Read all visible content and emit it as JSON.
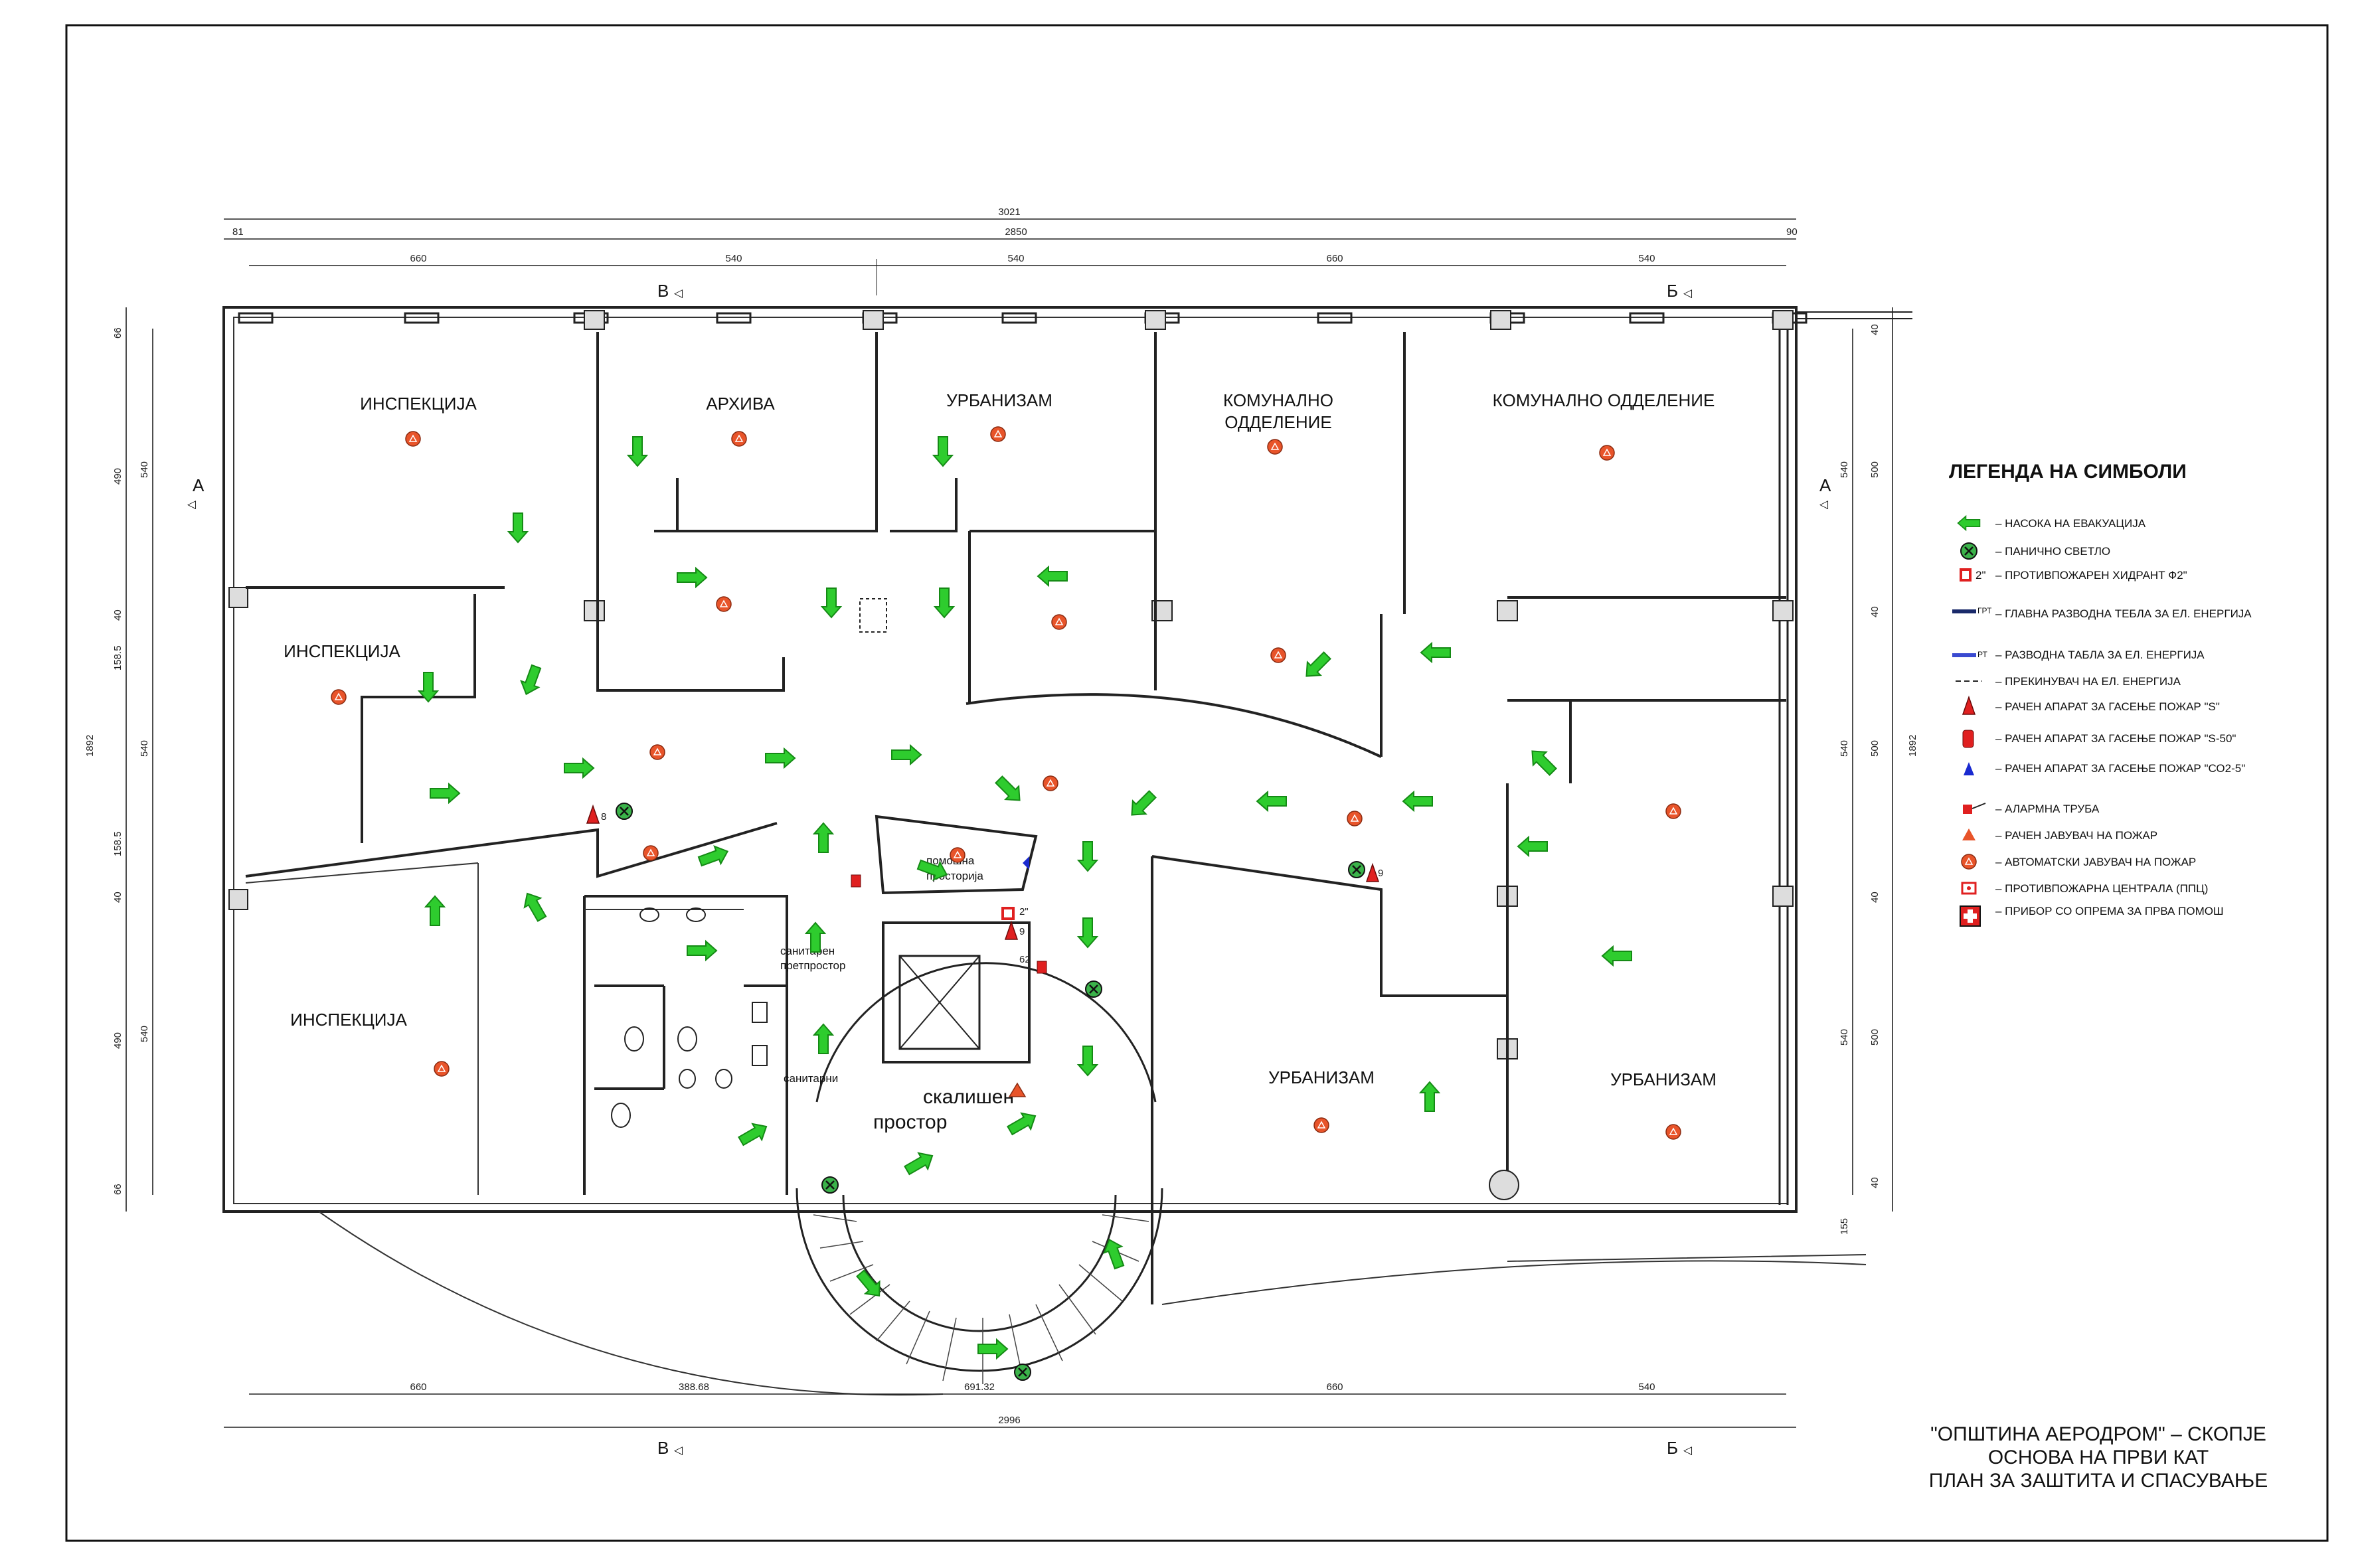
{
  "title_block": {
    "line1": "\"ОПШТИНА АЕРОДРОМ\" – СКОПЈЕ",
    "line2": "ОСНОВА НА ПРВИ КАТ",
    "line3": "ПЛАН ЗА ЗАШТИТА И СПАСУВАЊЕ"
  },
  "legend": {
    "title": "ЛЕГЕНДА НА СИМБОЛИ",
    "items": [
      {
        "icon": "evacuation-arrow",
        "label": "– НАСОКА НА ЕВАКУАЦИЈА"
      },
      {
        "icon": "panic-light",
        "label": "– ПАНИЧНО СВЕТЛО"
      },
      {
        "icon": "fire-hydrant",
        "prefix": "2\"",
        "label": "– ПРОТИВПОЖАРЕН ХИДРАНТ Ф2\""
      },
      {
        "icon": "main-panel",
        "prefix": "ГРТ",
        "label": "– ГЛАВНА РАЗВОДНА ТЕБЛА ЗА ЕЛ. ЕНЕРГИЈА"
      },
      {
        "icon": "panel",
        "prefix": "РТ",
        "label": "– РАЗВОДНА ТАБЛА ЗА ЕЛ. ЕНЕРГИЈА"
      },
      {
        "icon": "switch",
        "label": "– ПРЕКИНУВАЧ НА ЕЛ. ЕНЕРГИЈА"
      },
      {
        "icon": "extinguisher-s",
        "label": "– РАЧЕН АПАРАТ ЗА ГАСЕЊЕ ПОЖАР \"S\""
      },
      {
        "icon": "extinguisher-s50",
        "label": "– РАЧЕН АПАРАТ ЗА ГАСЕЊЕ ПОЖАР \"S-50\""
      },
      {
        "icon": "extinguisher-co2",
        "label": "– РАЧЕН АПАРАТ ЗА ГАСЕЊЕ ПОЖАР \"СО2-5\""
      },
      {
        "icon": "alarm-horn",
        "label": "– АЛАРМНА ТРУБА"
      },
      {
        "icon": "manual-call-point",
        "label": "– РАЧЕН ЈАВУВАЧ НА ПОЖАР"
      },
      {
        "icon": "automatic-detector",
        "label": "– АВТОМАТСКИ ЈАВУВАЧ НА ПОЖАР"
      },
      {
        "icon": "fire-central",
        "label": "– ПРОТИВПОЖАРНА ЦЕНТРАЛА (ППЦ)"
      },
      {
        "icon": "first-aid",
        "label": "– ПРИБОР СО ОПРЕМА ЗА ПРВА ПОМОШ"
      }
    ]
  },
  "rooms": {
    "inspection_1": "ИНСПЕКЦИЈА",
    "archive": "АРХИВА",
    "urbanism_1": "УРБАНИЗАМ",
    "communal_1a": "КОМУНАЛНО",
    "communal_1b": "ОДДЕЛЕНИЕ",
    "communal_2": "КОМУНАЛНО ОДДЕЛЕНИЕ",
    "inspection_2": "ИНСПЕКЦИЈА",
    "inspection_3": "ИНСПЕКЦИЈА",
    "urbanism_2": "УРБАНИЗАМ",
    "urbanism_3": "УРБАНИЗАМ",
    "staircase_a": "скалишен",
    "staircase_b": "простор",
    "aux_a": "помошна",
    "aux_b": "просторија",
    "sanitary_pre_a": "санитарен",
    "sanitary_pre_b": "претпростор",
    "sanitary": "санитарни"
  },
  "section_marks": {
    "a_left": "А",
    "a_right": "А",
    "b_top": "Б",
    "v_top": "В",
    "b_bottom": "Б",
    "v_bottom": "В"
  },
  "dimensions": {
    "top_total": "3021",
    "top_sub_left": "81",
    "top_sub_mid": "2850",
    "top_sub_right": "90",
    "top_row": [
      "660",
      "540",
      "540",
      "660",
      "540"
    ],
    "bottom_row": [
      "660",
      "388.68",
      "691.32",
      "660",
      "540"
    ],
    "bottom_total": "2996",
    "left_total": "1892",
    "left_outer": [
      "66",
      "540",
      "540",
      "540",
      "66"
    ],
    "left_inner": [
      "490",
      "40",
      "158.5",
      "158.5",
      "40",
      "490"
    ],
    "right_total": "1892",
    "right_outer": [
      "40",
      "500",
      "40",
      "500",
      "40",
      "500",
      "40"
    ],
    "right_inner": [
      "540",
      "540",
      "540",
      "155"
    ],
    "misc": [
      "62",
      "2\"",
      "9",
      "8",
      "9"
    ]
  },
  "colors": {
    "arrow": "#2ecc2e",
    "arrow_stroke": "#158a15",
    "detector": "#e8542a",
    "panic": "#3bb34a",
    "extinguisher": "#e02020",
    "wall": "#222222"
  }
}
